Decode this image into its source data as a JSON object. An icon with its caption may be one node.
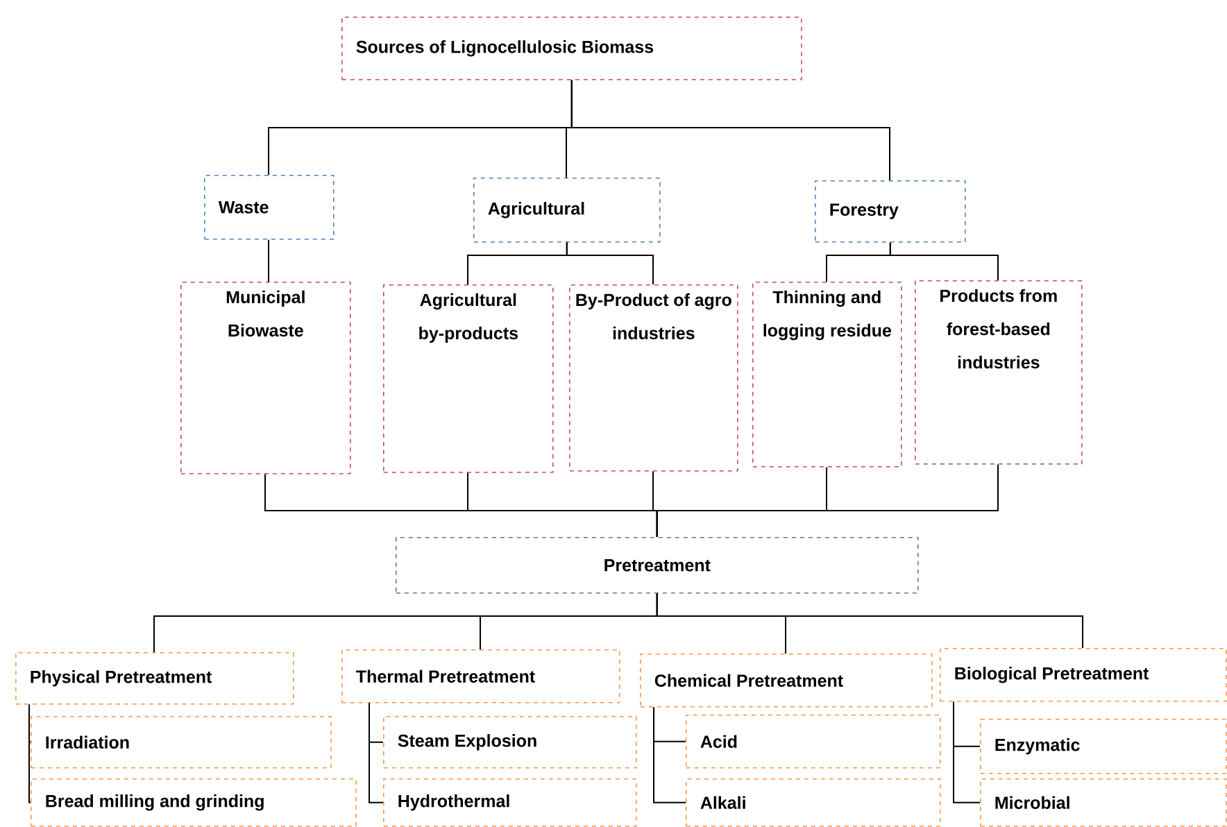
{
  "diagram": {
    "nodes": [
      {
        "text": [
          "Sources of Lignocellulosic Biomass"
        ]
      },
      {
        "text": [
          "Waste"
        ]
      },
      {
        "text": [
          "Agricultural"
        ]
      },
      {
        "text": [
          "Forestry"
        ]
      },
      {
        "text": [
          "Municipal Biowaste"
        ]
      },
      {
        "text": [
          "Agricultural by-products"
        ]
      },
      {
        "text": [
          "By-Product of agro industries"
        ]
      },
      {
        "text": [
          "Thinning and logging residue"
        ]
      },
      {
        "text": [
          "Products from forest-based industries"
        ]
      },
      {
        "text": [
          "Pretreatment"
        ]
      },
      {
        "text": [
          "Physical Pretreatment"
        ]
      },
      {
        "text": [
          "Irradiation"
        ]
      },
      {
        "text": [
          "Bread milling and grinding"
        ]
      },
      {
        "text": [
          "Thermal Pretreatment"
        ]
      },
      {
        "text": [
          "Steam Explosion"
        ]
      },
      {
        "text": [
          "Hydrothermal"
        ]
      },
      {
        "text": [
          "Chemical Pretreatment"
        ]
      },
      {
        "text": [
          "Acid"
        ]
      },
      {
        "text": [
          "Alkali"
        ]
      },
      {
        "text": [
          "Biological Pretreatment"
        ]
      },
      {
        "text": [
          "Enzymatic"
        ]
      },
      {
        "text": [
          "Microbial"
        ]
      }
    ],
    "edges": [
      {
        "from": 0,
        "to": 1,
        "arrow": "none"
      },
      {
        "from": 0,
        "to": 2,
        "arrow": "none"
      },
      {
        "from": 0,
        "to": 3,
        "arrow": "none"
      },
      {
        "from": 1,
        "to": 4,
        "arrow": "none"
      },
      {
        "from": 2,
        "to": 5,
        "arrow": "none"
      },
      {
        "from": 2,
        "to": 6,
        "arrow": "none"
      },
      {
        "from": 3,
        "to": 7,
        "arrow": "none"
      },
      {
        "from": 3,
        "to": 8,
        "arrow": "none"
      },
      {
        "from": 4,
        "to": 9,
        "arrow": "none"
      },
      {
        "from": 5,
        "to": 9,
        "arrow": "none"
      },
      {
        "from": 6,
        "to": 9,
        "arrow": "none"
      },
      {
        "from": 7,
        "to": 9,
        "arrow": "none"
      },
      {
        "from": 8,
        "to": 9,
        "arrow": "none"
      },
      {
        "from": 9,
        "to": 10,
        "arrow": "none"
      },
      {
        "from": 9,
        "to": 13,
        "arrow": "none"
      },
      {
        "from": 9,
        "to": 16,
        "arrow": "none"
      },
      {
        "from": 9,
        "to": 19,
        "arrow": "none"
      },
      {
        "from": 10,
        "to": 11,
        "arrow": "none"
      },
      {
        "from": 10,
        "to": 12,
        "arrow": "none"
      },
      {
        "from": 13,
        "to": 14,
        "arrow": "none"
      },
      {
        "from": 13,
        "to": 15,
        "arrow": "none"
      },
      {
        "from": 16,
        "to": 17,
        "arrow": "none"
      },
      {
        "from": 16,
        "to": 18,
        "arrow": "none"
      },
      {
        "from": 19,
        "to": 20,
        "arrow": "none"
      },
      {
        "from": 19,
        "to": 21,
        "arrow": "none"
      }
    ]
  }
}
